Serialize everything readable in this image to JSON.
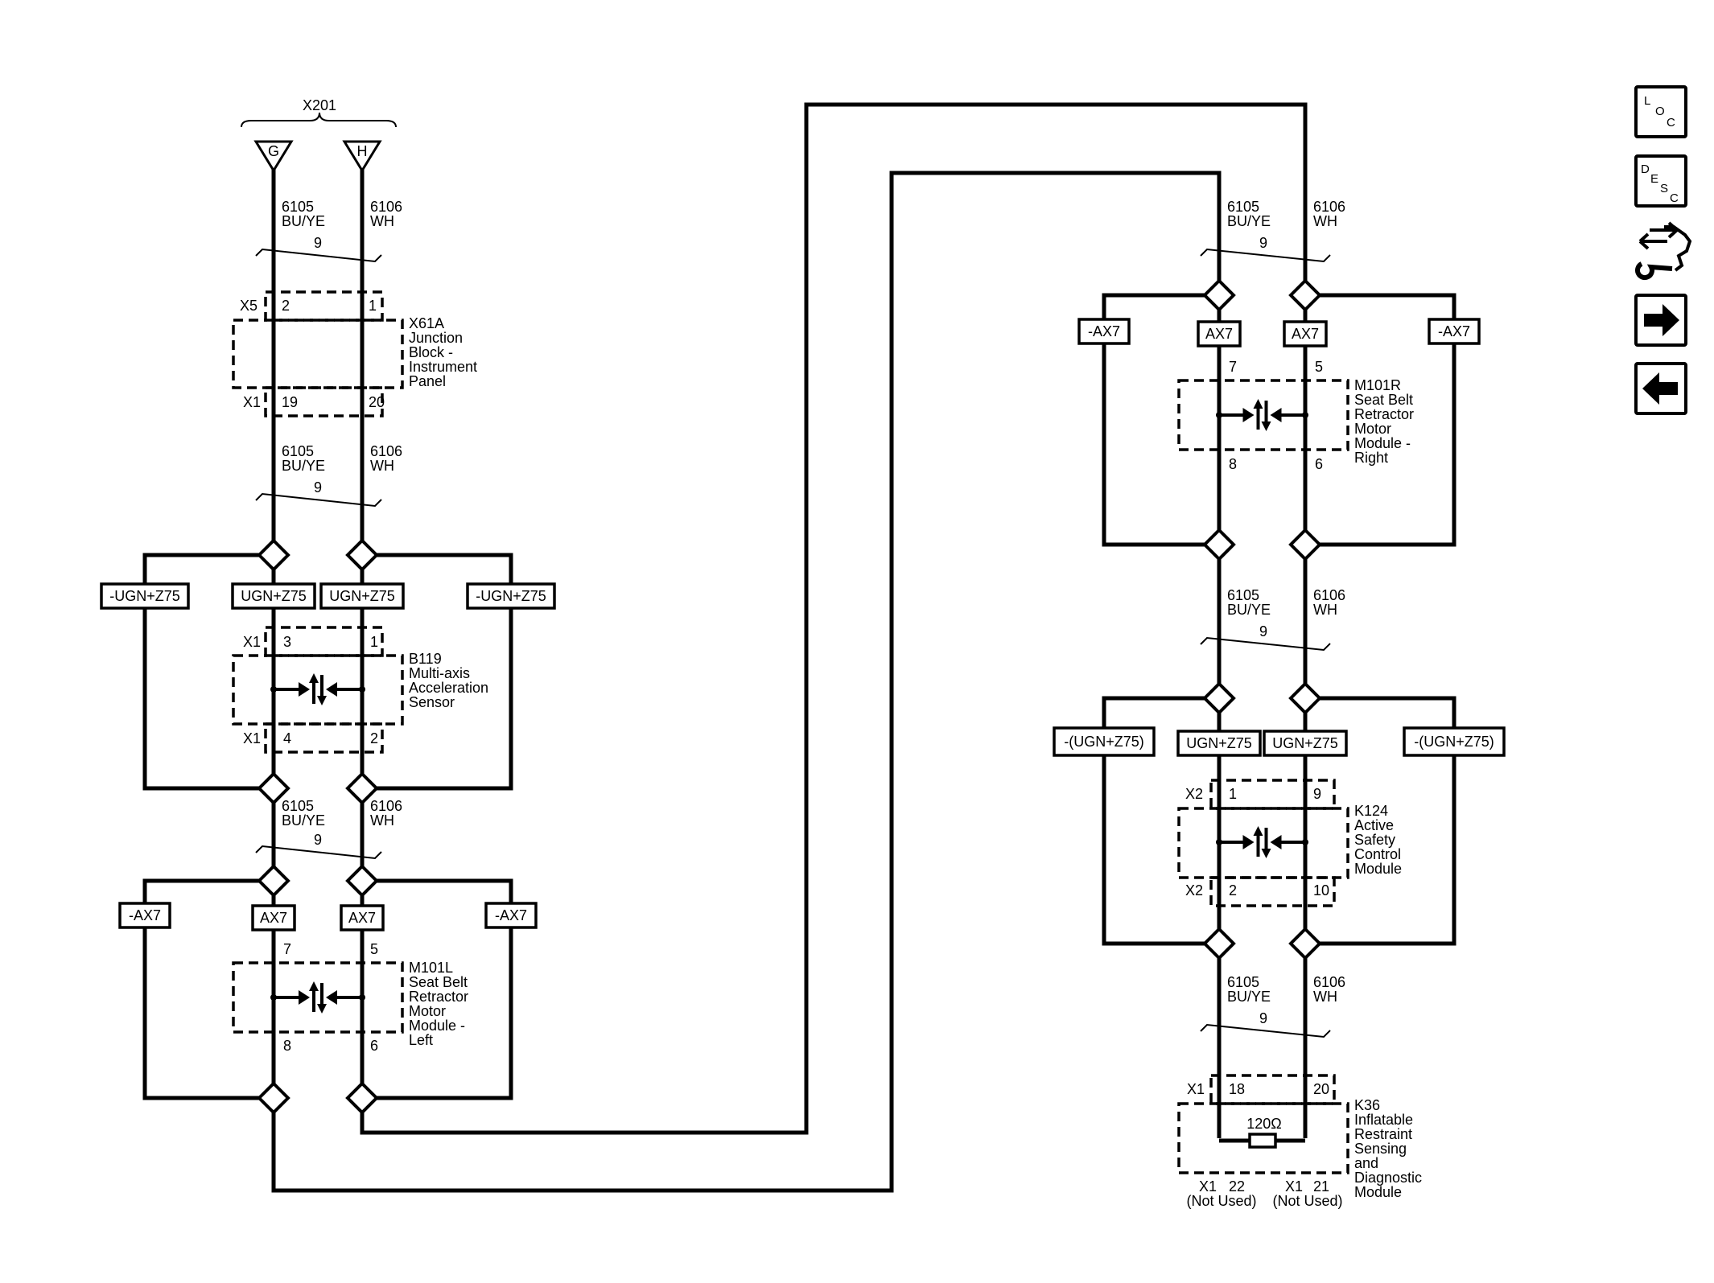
{
  "connector_top": {
    "name": "X201",
    "pin_left": "G",
    "pin_right": "H"
  },
  "wires": {
    "left_circuit": "6105",
    "left_color": "BU/YE",
    "right_circuit": "6106",
    "right_color": "WH",
    "twist": "9"
  },
  "x61a": {
    "name_lines": [
      "X61A",
      "Junction",
      "Block -",
      "Instrument",
      "Panel"
    ],
    "top_conn": "X5",
    "top_pin_left": "2",
    "top_pin_right": "1",
    "bot_conn": "X1",
    "bot_pin_left": "19",
    "bot_pin_right": "20"
  },
  "option_b119": {
    "outer": "-UGN+Z75",
    "inner": "UGN+Z75"
  },
  "b119": {
    "name_lines": [
      "B119",
      "Multi-axis",
      "Acceleration",
      "Sensor"
    ],
    "top_conn": "X1",
    "top_pin_left": "3",
    "top_pin_right": "1",
    "bot_conn": "X1",
    "bot_pin_left": "4",
    "bot_pin_right": "2"
  },
  "option_ax7": {
    "outer": "-AX7",
    "inner": "AX7"
  },
  "m101l": {
    "name_lines": [
      "M101L",
      "Seat Belt",
      "Retractor",
      "Motor",
      "Module -",
      "Left"
    ],
    "top_pin_left": "7",
    "top_pin_right": "5",
    "bot_pin_left": "8",
    "bot_pin_right": "6"
  },
  "m101r": {
    "name_lines": [
      "M101R",
      "Seat Belt",
      "Retractor",
      "Motor",
      "Module -",
      "Right"
    ],
    "top_pin_left": "7",
    "top_pin_right": "5",
    "bot_pin_left": "8",
    "bot_pin_right": "6"
  },
  "option_k124": {
    "outer": "-(UGN+Z75)",
    "inner": "UGN+Z75"
  },
  "k124": {
    "name_lines": [
      "K124",
      "Active",
      "Safety",
      "Control",
      "Module"
    ],
    "top_conn": "X2",
    "top_pin_left": "1",
    "top_pin_right": "9",
    "bot_conn": "X2",
    "bot_pin_left": "2",
    "bot_pin_right": "10"
  },
  "k36": {
    "name_lines": [
      "K36",
      "Inflatable",
      "Restraint",
      "Sensing",
      "and",
      "Diagnostic",
      "Module"
    ],
    "top_conn": "X1",
    "top_pin_left": "18",
    "top_pin_right": "20",
    "resistor": "120Ω",
    "bot_left_conn": "X1",
    "bot_left_pin": "22",
    "bot_right_conn": "X1",
    "bot_right_pin": "21",
    "not_used": "(Not Used)"
  },
  "toolbar": {
    "loc_letters": [
      "L",
      "O",
      "C"
    ],
    "desc_letters": [
      "D",
      "E",
      "S",
      "C"
    ],
    "icons": [
      "loc-icon",
      "desc-icon",
      "vehicle-repair-icon",
      "arrow-right-icon",
      "arrow-left-icon"
    ]
  }
}
